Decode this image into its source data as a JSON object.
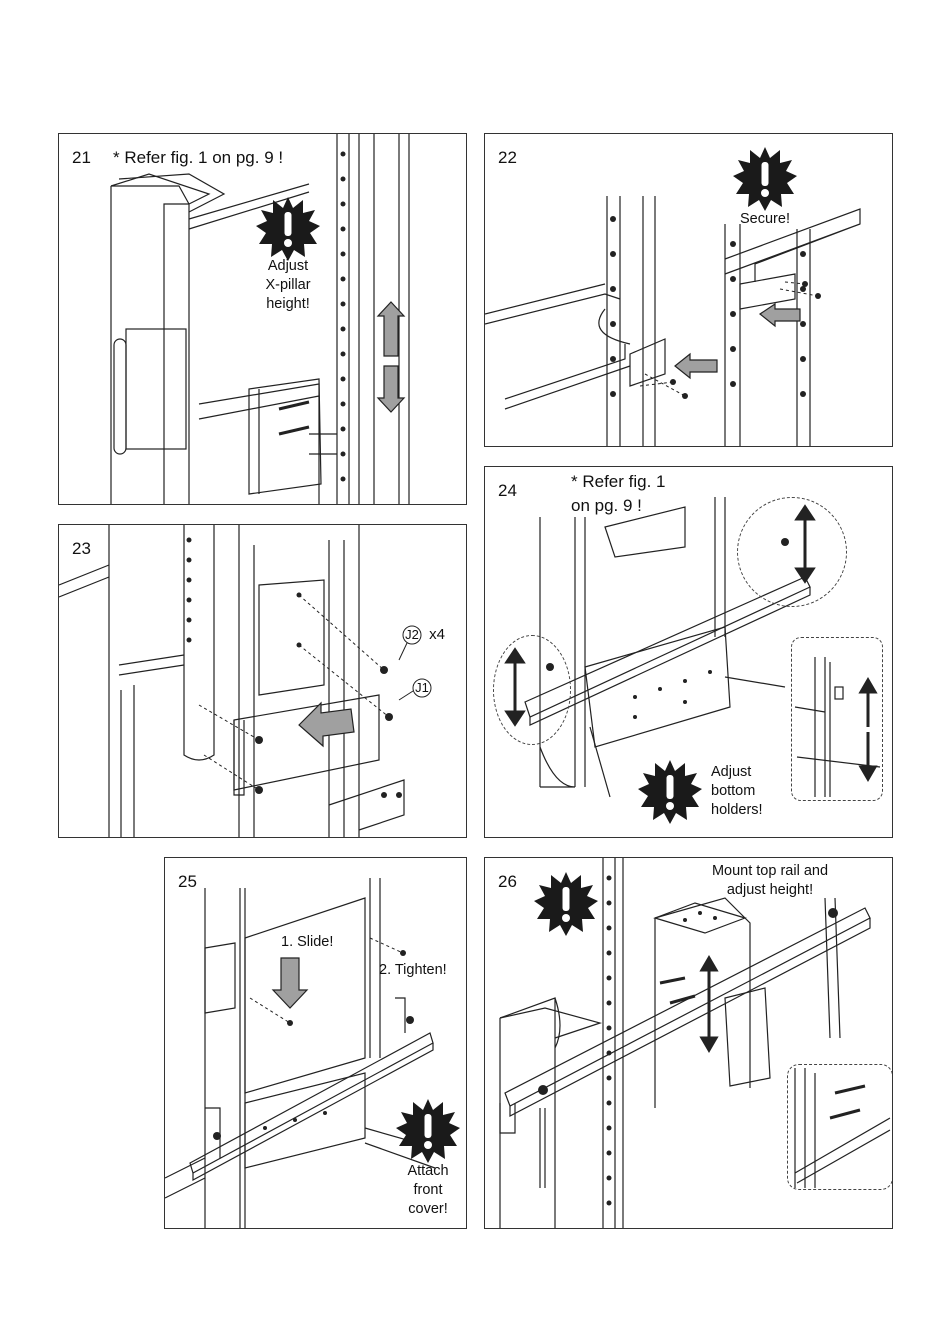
{
  "panels": {
    "p21": {
      "number": "21",
      "note": "* Refer fig. 1 on pg. 9 !",
      "warning": "Adjust X-pillar height!",
      "warning_lines": [
        "Adjust",
        "X-pillar",
        "height!"
      ]
    },
    "p22": {
      "number": "22",
      "warning": "Secure!"
    },
    "p23": {
      "number": "23",
      "callout_j2": "J2",
      "callout_j2_qty": "x4",
      "callout_j1": "J1"
    },
    "p24": {
      "number": "24",
      "note_lines": [
        "* Refer fig. 1",
        "on pg. 9 !"
      ],
      "warning_lines": [
        "Adjust",
        "bottom",
        "holders!"
      ]
    },
    "p25": {
      "number": "25",
      "step1": "1. Slide!",
      "step2": "2. Tighten!",
      "warning_lines": [
        "Attach",
        "front",
        "cover!"
      ]
    },
    "p26": {
      "number": "26",
      "note_lines": [
        "Mount top rail and",
        "adjust height!"
      ]
    }
  },
  "colors": {
    "line": "#222222",
    "warning_fill": "#1a1a1a",
    "arrow_fill": "#a0a0a0"
  },
  "icons": [
    "warning-burst-icon",
    "arrow-icon"
  ]
}
